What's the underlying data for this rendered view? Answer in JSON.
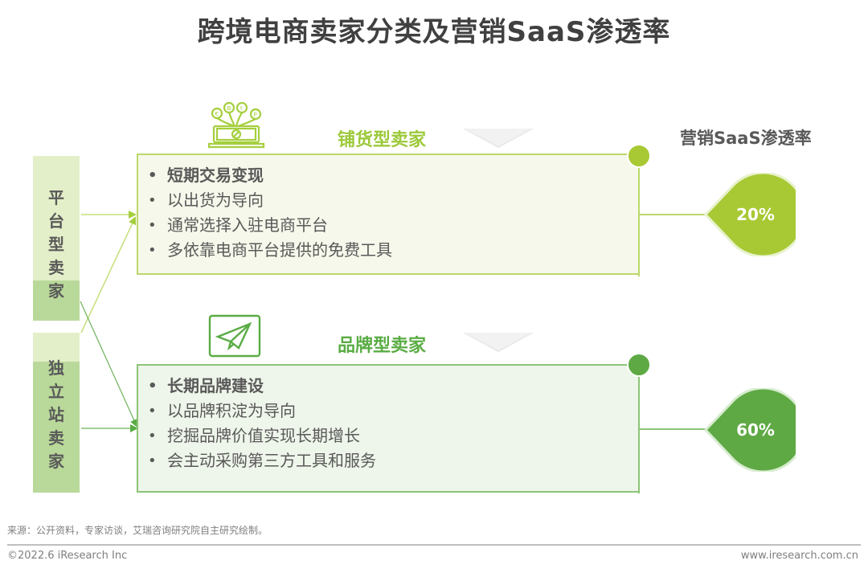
{
  "title": "跨境电商卖家分类及营销SaaS渗透率",
  "left_categories": [
    {
      "id": "platform",
      "chars": [
        "平",
        "台",
        "型",
        "卖",
        "家"
      ],
      "label": "平台型卖家"
    },
    {
      "id": "independent",
      "chars": [
        "独",
        "立",
        "站",
        "卖",
        "家"
      ],
      "label": "独立站卖家"
    }
  ],
  "seller_types": [
    {
      "title": "铺货型卖家",
      "icon": "laptop-currency-icon",
      "color": "#9cc93a",
      "bullets": [
        {
          "text": "短期交易变现",
          "bold": true
        },
        {
          "text": "以出货为导向",
          "bold": false
        },
        {
          "text": "通常选择入驻电商平台",
          "bold": false
        },
        {
          "text": "多依靠电商平台提供的免费工具",
          "bold": false
        }
      ],
      "penetration_rate": "20%",
      "rate_color": "#a8c934"
    },
    {
      "title": "品牌型卖家",
      "icon": "paper-plane-icon",
      "color": "#5aac44",
      "bullets": [
        {
          "text": "长期品牌建设",
          "bold": true
        },
        {
          "text": "以品牌积淀为导向",
          "bold": false
        },
        {
          "text": "挖掘品牌价值实现长期增长",
          "bold": false
        },
        {
          "text": "会主动采购第三方工具和服务",
          "bold": false
        }
      ],
      "penetration_rate": "60%",
      "rate_color": "#5ea944"
    }
  ],
  "rate_header": "营销SaaS渗透率",
  "footer": {
    "source": "来源：公开资料，专家访谈，艾瑞咨询研究院自主研究绘制。",
    "copyright": "©2022.6 iResearch Inc",
    "website": "www.iresearch.com.cn"
  }
}
